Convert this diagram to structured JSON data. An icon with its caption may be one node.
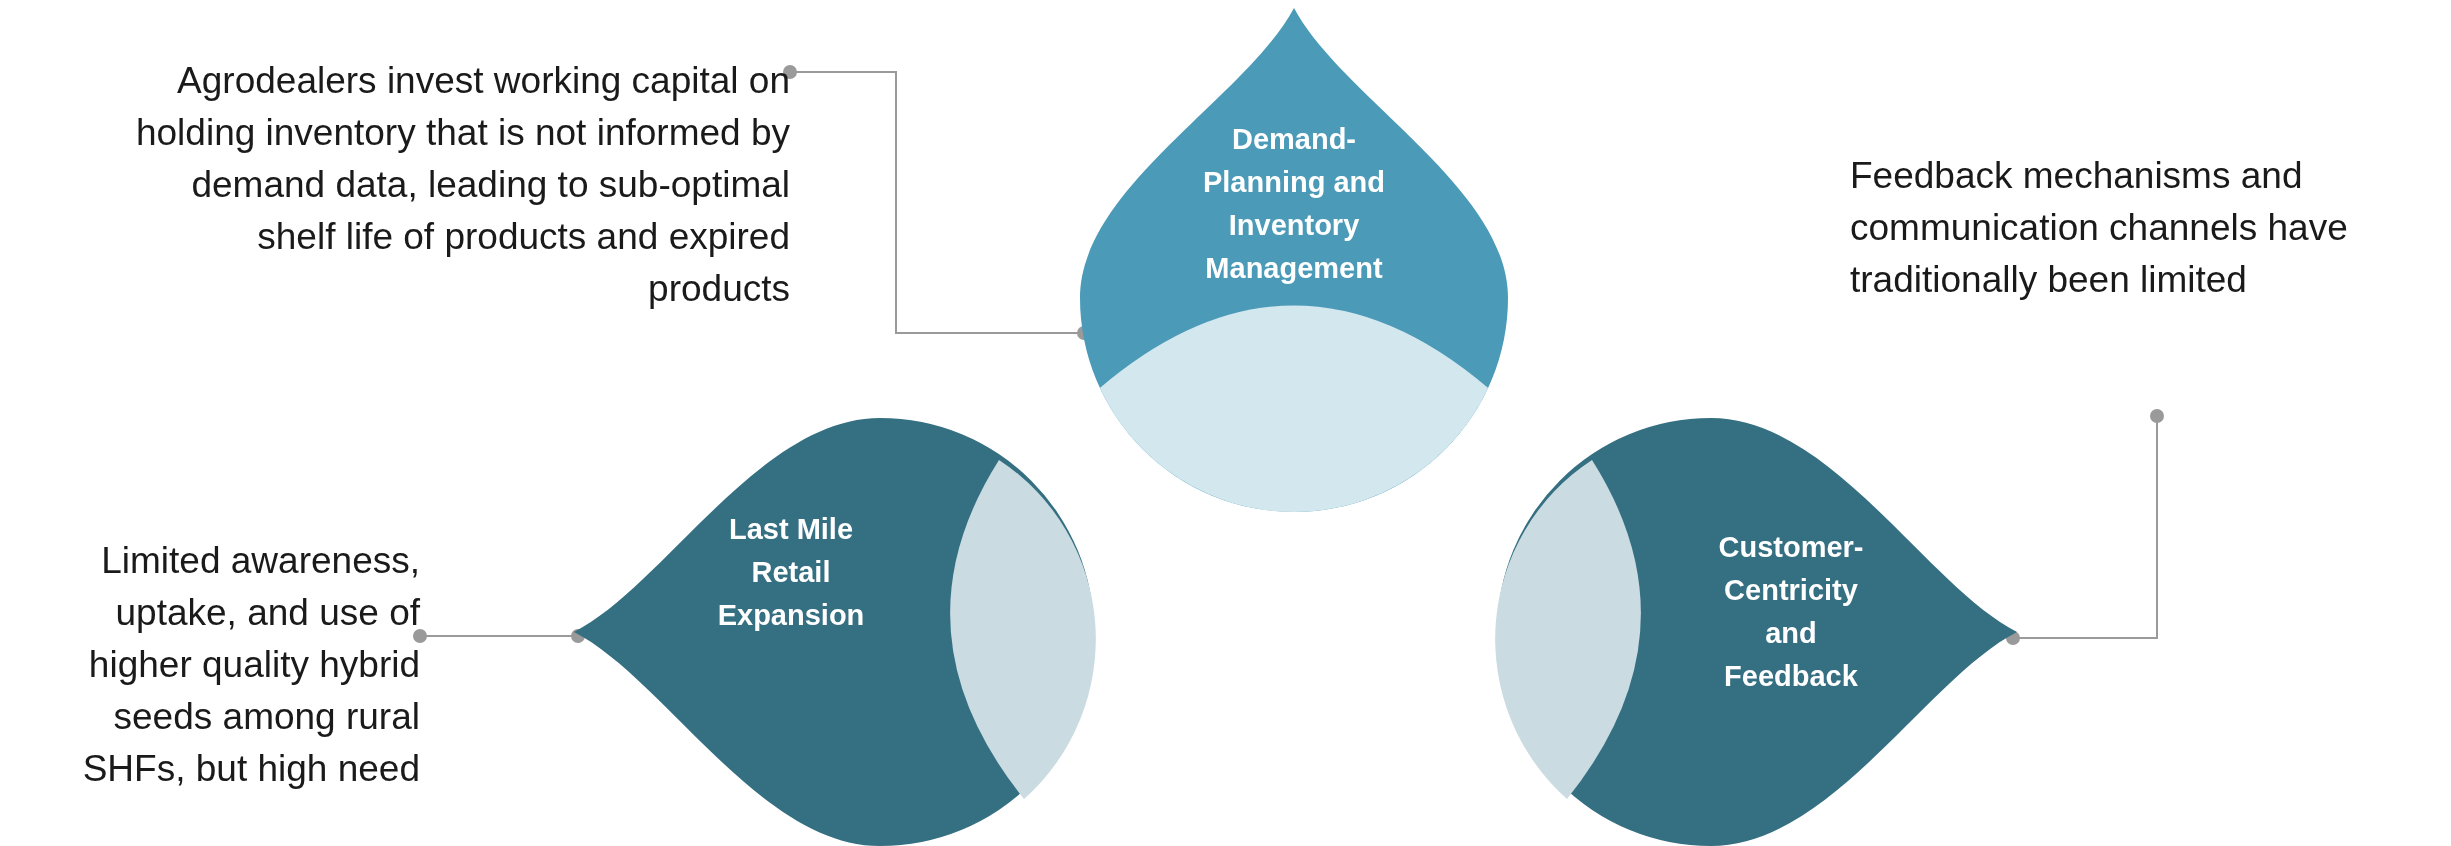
{
  "diagram": {
    "nodes": [
      {
        "text": [
          "Agrodealers invest working capital on holding inventory that is not informed by demand data, leading to sub-optimal shelf life of products and expired products"
        ]
      },
      {
        "text": [
          "Demand-Planning and Inventory Management"
        ]
      },
      {
        "text": [
          "Feedback mechanisms and communication channels have traditionally been limited"
        ]
      },
      {
        "text": [
          "Limited awareness, uptake, and use of higher quality hybrid seeds among rural SHFs, but high need"
        ]
      },
      {
        "text": [
          "Last Mile Retail Expansion"
        ]
      },
      {
        "text": [
          "Customer-Centricity and Feedback"
        ]
      }
    ],
    "edges": [
      {
        "from": 0,
        "to": 1,
        "arrow": "other"
      },
      {
        "from": 3,
        "to": 4,
        "arrow": "other"
      },
      {
        "from": 2,
        "to": 5,
        "arrow": "other"
      }
    ]
  }
}
